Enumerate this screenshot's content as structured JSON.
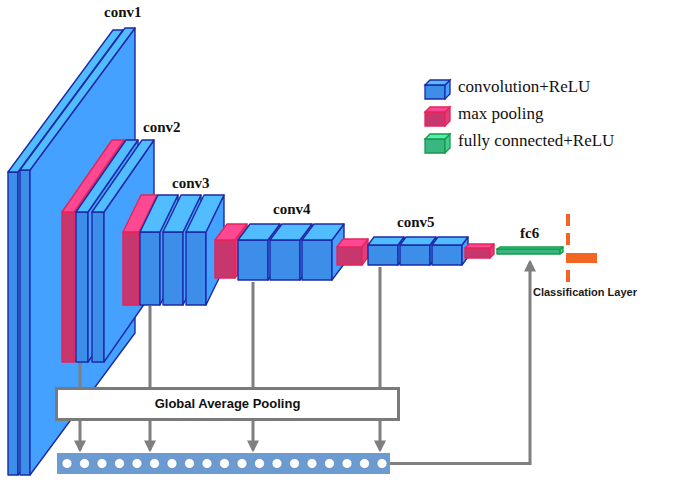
{
  "diagram": {
    "nodes": [
      {
        "text": [
          "conv1"
        ]
      },
      {
        "text": [
          "conv2"
        ]
      },
      {
        "text": [
          "conv3"
        ]
      },
      {
        "text": [
          "conv4"
        ]
      },
      {
        "text": [
          "conv5"
        ]
      },
      {
        "text": [
          "fc6"
        ]
      },
      {
        "text": [
          "Global Average Pooling"
        ]
      }
    ],
    "edges": [
      {
        "from": 1,
        "to": 6,
        "arrow": "none"
      },
      {
        "from": 2,
        "to": 6,
        "arrow": "none"
      },
      {
        "from": 3,
        "to": 6,
        "arrow": "none"
      },
      {
        "from": 4,
        "to": 6,
        "arrow": "none"
      }
    ],
    "labels": [
      "Classification Layer"
    ],
    "legend": [
      {
        "text": "convolution+ReLU",
        "color": "#3d8ee8"
      },
      {
        "text": "max pooling",
        "color": "#c8366e"
      },
      {
        "text": "fully connected+ReLU",
        "color": "#3bb582"
      }
    ]
  }
}
